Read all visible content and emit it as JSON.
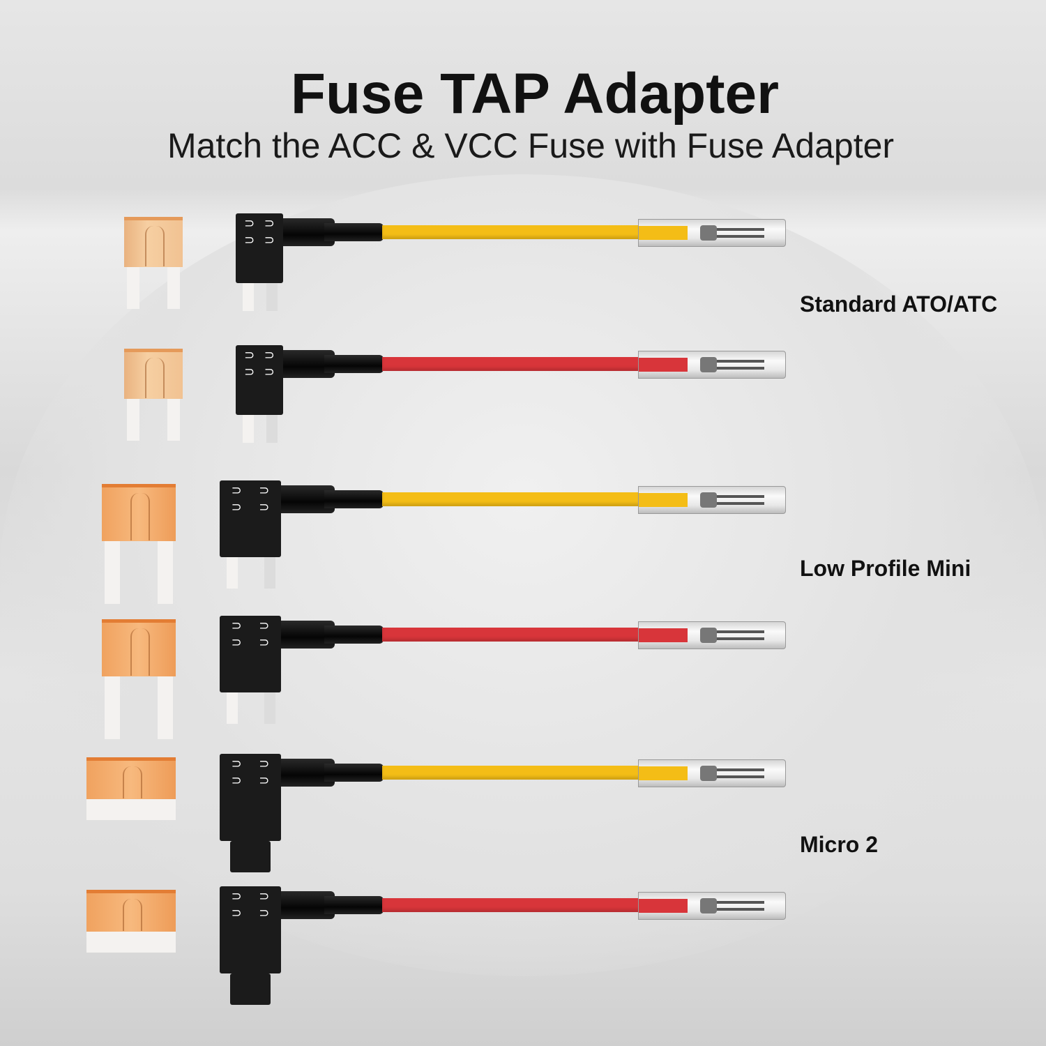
{
  "header": {
    "title": "Fuse TAP Adapter",
    "subtitle": "Match the ACC & VCC Fuse with Fuse Adapter"
  },
  "groups": [
    {
      "label": "Standard ATO/ATC",
      "fuse_type": "standard"
    },
    {
      "label": "Low Profile Mini",
      "fuse_type": "low-profile-mini"
    },
    {
      "label": "Micro 2",
      "fuse_type": "micro2"
    }
  ],
  "rows": [
    {
      "fuse_type": "standard",
      "wire_color": "#f4bd16",
      "wire_name": "yellow"
    },
    {
      "fuse_type": "standard",
      "wire_color": "#d8353a",
      "wire_name": "red"
    },
    {
      "fuse_type": "low-profile-mini",
      "wire_color": "#f4bd16",
      "wire_name": "yellow"
    },
    {
      "fuse_type": "low-profile-mini",
      "wire_color": "#d8353a",
      "wire_name": "red"
    },
    {
      "fuse_type": "micro2",
      "wire_color": "#f4bd16",
      "wire_name": "yellow"
    },
    {
      "fuse_type": "micro2",
      "wire_color": "#d8353a",
      "wire_name": "red"
    }
  ]
}
